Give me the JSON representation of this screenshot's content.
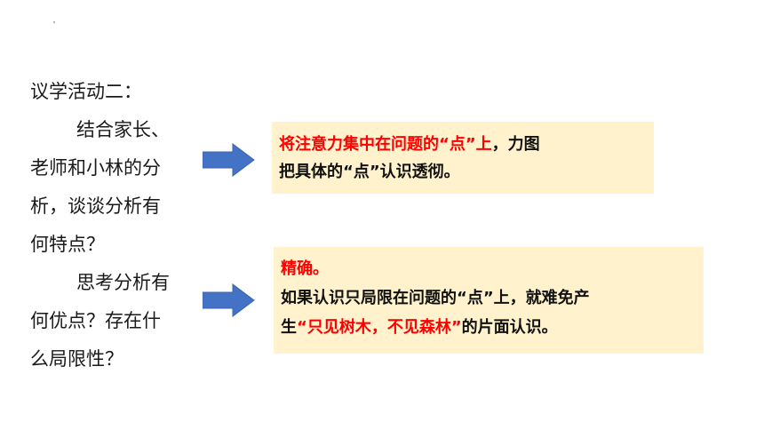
{
  "left_prompt": {
    "line1": "议学活动二：",
    "line2": "结合家长、",
    "line3": "老师和小林的分",
    "line4": "析，谈谈分析有",
    "line5": "何特点？",
    "line6": "思考分析有",
    "line7": "何优点？存在什",
    "line8": "么局限性？"
  },
  "answer_box_1": {
    "line1_red": "将注意力集中在问题的“点”上",
    "line1_black": "，力图",
    "line2": "把具体的“点”认识透彻。"
  },
  "answer_box_2": {
    "title_red": "精确。",
    "line2": "如果认识只局限在问题的“点”上，就难免产",
    "line3_prefix": "生",
    "line3_red": "“只见树木，不见森林”",
    "line3_suffix": "的片面认识。"
  },
  "colors": {
    "answer_box_bg": "#fff2cc",
    "arrow": "#4472c4",
    "highlight": "#ff0000"
  },
  "icons": {
    "arrow": "right-arrow-icon"
  }
}
